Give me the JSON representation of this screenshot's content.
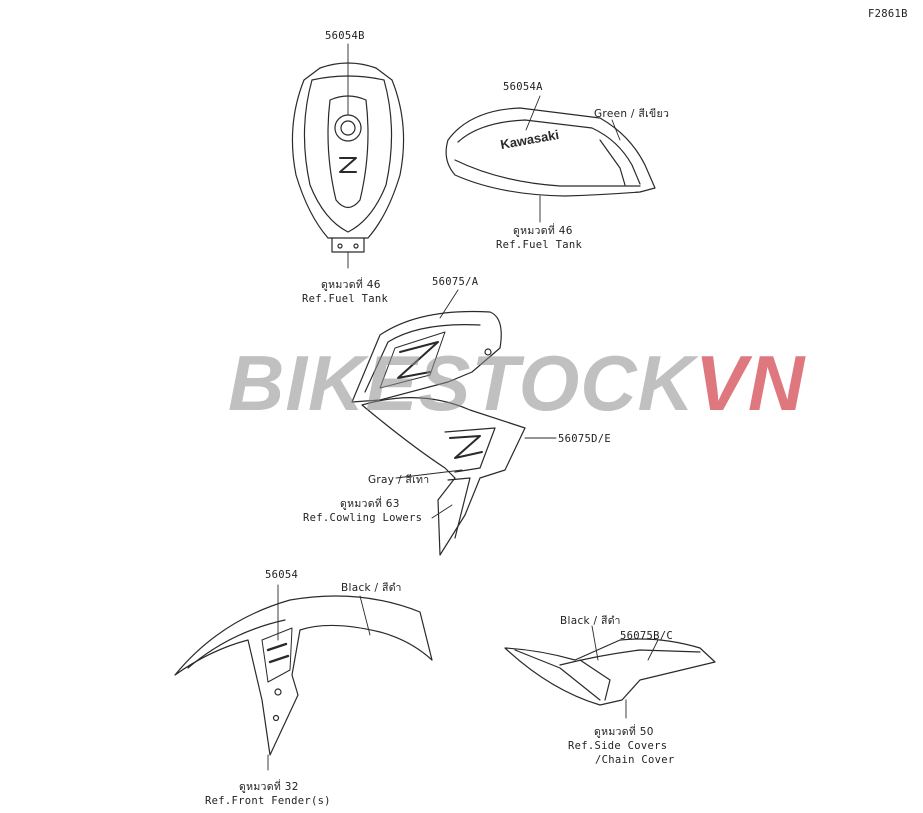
{
  "diagram_code": "F2861B",
  "labels": {
    "p56054B": "56054B",
    "p56054A": "56054A",
    "green": "Green / สีเขียว",
    "fuel_tank_top_th": "ดูหมวดที่ 46",
    "fuel_tank_top_en": "Ref.Fuel Tank",
    "fuel_tank_side_th": "ดูหมวดที่ 46",
    "fuel_tank_side_en": "Ref.Fuel Tank",
    "p56075A": "56075/A",
    "p56075DE": "56075D/E",
    "gray": "Gray / สีเทา",
    "cowling_th": "ดูหมวดที่ 63",
    "cowling_en": "Ref.Cowling Lowers",
    "p56054": "56054",
    "black_fender": "Black / สีดำ",
    "fender_th": "ดูหมวดที่ 32",
    "fender_en": "Ref.Front Fender(s)",
    "black_side": "Black / สีดำ",
    "p56075BC": "56075B/C",
    "side_th": "ดูหมวดที่ 50",
    "side_en": "Ref.Side Covers",
    "side_en2": "/Chain Cover"
  },
  "tank_decal_text": "Kawasaki",
  "watermark": {
    "part1": "BIKESTOCK",
    "part2": "VN"
  },
  "colors": {
    "line": "#2a2a2a",
    "watermark_gray": "#8c8c8c",
    "watermark_red": "#c81e28"
  }
}
